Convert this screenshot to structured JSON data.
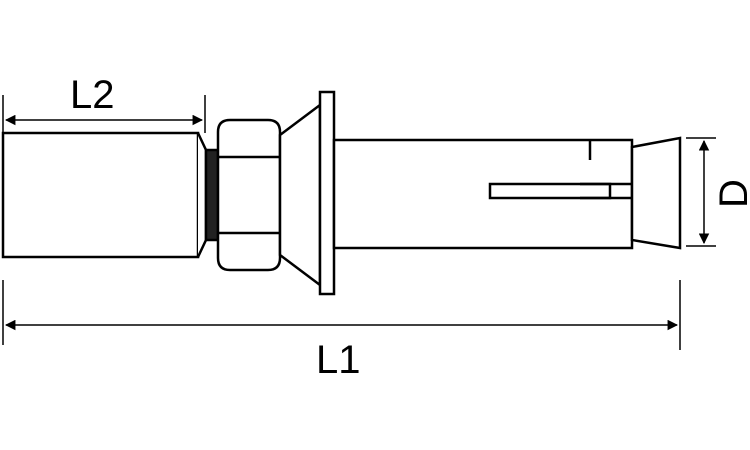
{
  "diagram": {
    "labels": {
      "L1": "L1",
      "L2": "L2",
      "D": "D"
    },
    "colors": {
      "stroke": "#000000",
      "fill": "#ffffff",
      "thread": "#222222"
    }
  }
}
